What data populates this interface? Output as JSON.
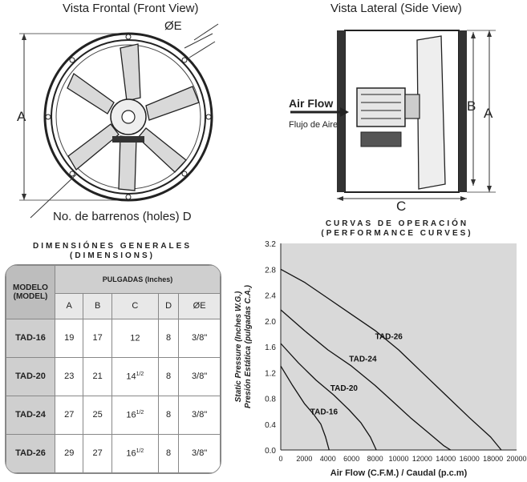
{
  "front_view": {
    "title": "Vista Frontal (Front View)",
    "label_a": "A",
    "label_e": "ØE",
    "holes_label": "No. de barrenos (holes) D"
  },
  "side_view": {
    "title": "Vista Lateral (Side View)",
    "label_b": "B",
    "label_a": "A",
    "label_c": "C",
    "airflow_label": "Air Flow",
    "airflow_sub": "Flujo de Aire"
  },
  "dimensions": {
    "title_line1": "DIMENSIÓNES GENERALES",
    "title_line2": "(DIMENSIONS)",
    "model_header_1": "MODELO",
    "model_header_2": "(MODEL)",
    "units_header": "PULGADAS (Inches)",
    "columns": [
      "A",
      "B",
      "C",
      "D",
      "ØE"
    ],
    "rows": [
      {
        "model": "TAD-16",
        "a": "19",
        "b": "17",
        "c": "12",
        "c_frac": "",
        "d": "8",
        "e": "3/8\""
      },
      {
        "model": "TAD-20",
        "a": "23",
        "b": "21",
        "c": "14",
        "c_frac": "1/2",
        "d": "8",
        "e": "3/8\""
      },
      {
        "model": "TAD-24",
        "a": "27",
        "b": "25",
        "c": "16",
        "c_frac": "1/2",
        "d": "8",
        "e": "3/8\""
      },
      {
        "model": "TAD-26",
        "a": "29",
        "b": "27",
        "c": "16",
        "c_frac": "1/2",
        "d": "8",
        "e": "3/8\""
      }
    ]
  },
  "chart_data": {
    "type": "line",
    "title_line1": "CURVAS DE OPERACIÓN",
    "title_line2": "(PERFORMANCE CURVES)",
    "xlabel": "Air Flow (C.F.M.) / Caudal (p.c.m)",
    "ylabel_line1": "Static Pressure (Inches W.G.)",
    "ylabel_line2": "Presión Estática (pulgadas C.A.)",
    "xlim": [
      0,
      20000
    ],
    "ylim": [
      0,
      3.2
    ],
    "xticks": [
      0,
      2000,
      4000,
      6000,
      8000,
      10000,
      12000,
      14000,
      16000,
      18000,
      20000
    ],
    "yticks": [
      0.0,
      0.4,
      0.8,
      1.2,
      1.6,
      2.0,
      2.4,
      2.8,
      3.2
    ],
    "ytick_labels": [
      "0.0",
      "0.4",
      "0.8",
      "1.2",
      "1.6",
      "2.0",
      "2.4",
      "2.8",
      "3.2"
    ],
    "grid": false,
    "series": [
      {
        "name": "TAD-16",
        "x": [
          0,
          1000,
          2000,
          2800,
          3400,
          3800,
          4100
        ],
        "y": [
          1.3,
          1.0,
          0.72,
          0.55,
          0.4,
          0.2,
          0.0
        ]
      },
      {
        "name": "TAD-20",
        "x": [
          0,
          1500,
          3000,
          4500,
          5800,
          6800,
          7600,
          8100
        ],
        "y": [
          1.65,
          1.35,
          1.08,
          0.85,
          0.62,
          0.42,
          0.2,
          0.0
        ]
      },
      {
        "name": "TAD-24",
        "x": [
          0,
          2000,
          4000,
          6000,
          8000,
          9500,
          11000,
          12500,
          13800,
          14400
        ],
        "y": [
          2.17,
          1.85,
          1.55,
          1.3,
          1.0,
          0.75,
          0.5,
          0.27,
          0.07,
          0.0
        ]
      },
      {
        "name": "TAD-26",
        "x": [
          0,
          2000,
          4000,
          6000,
          8000,
          10000,
          12000,
          14000,
          16000,
          17800,
          18700
        ],
        "y": [
          2.8,
          2.6,
          2.35,
          2.1,
          1.85,
          1.55,
          1.2,
          0.85,
          0.5,
          0.2,
          0.0
        ]
      }
    ],
    "curve_labels": [
      {
        "series": "TAD-16",
        "x": 2500,
        "y": 0.55
      },
      {
        "series": "TAD-20",
        "x": 4200,
        "y": 0.92
      },
      {
        "series": "TAD-24",
        "x": 5800,
        "y": 1.37
      },
      {
        "series": "TAD-26",
        "x": 8000,
        "y": 1.72
      }
    ]
  }
}
